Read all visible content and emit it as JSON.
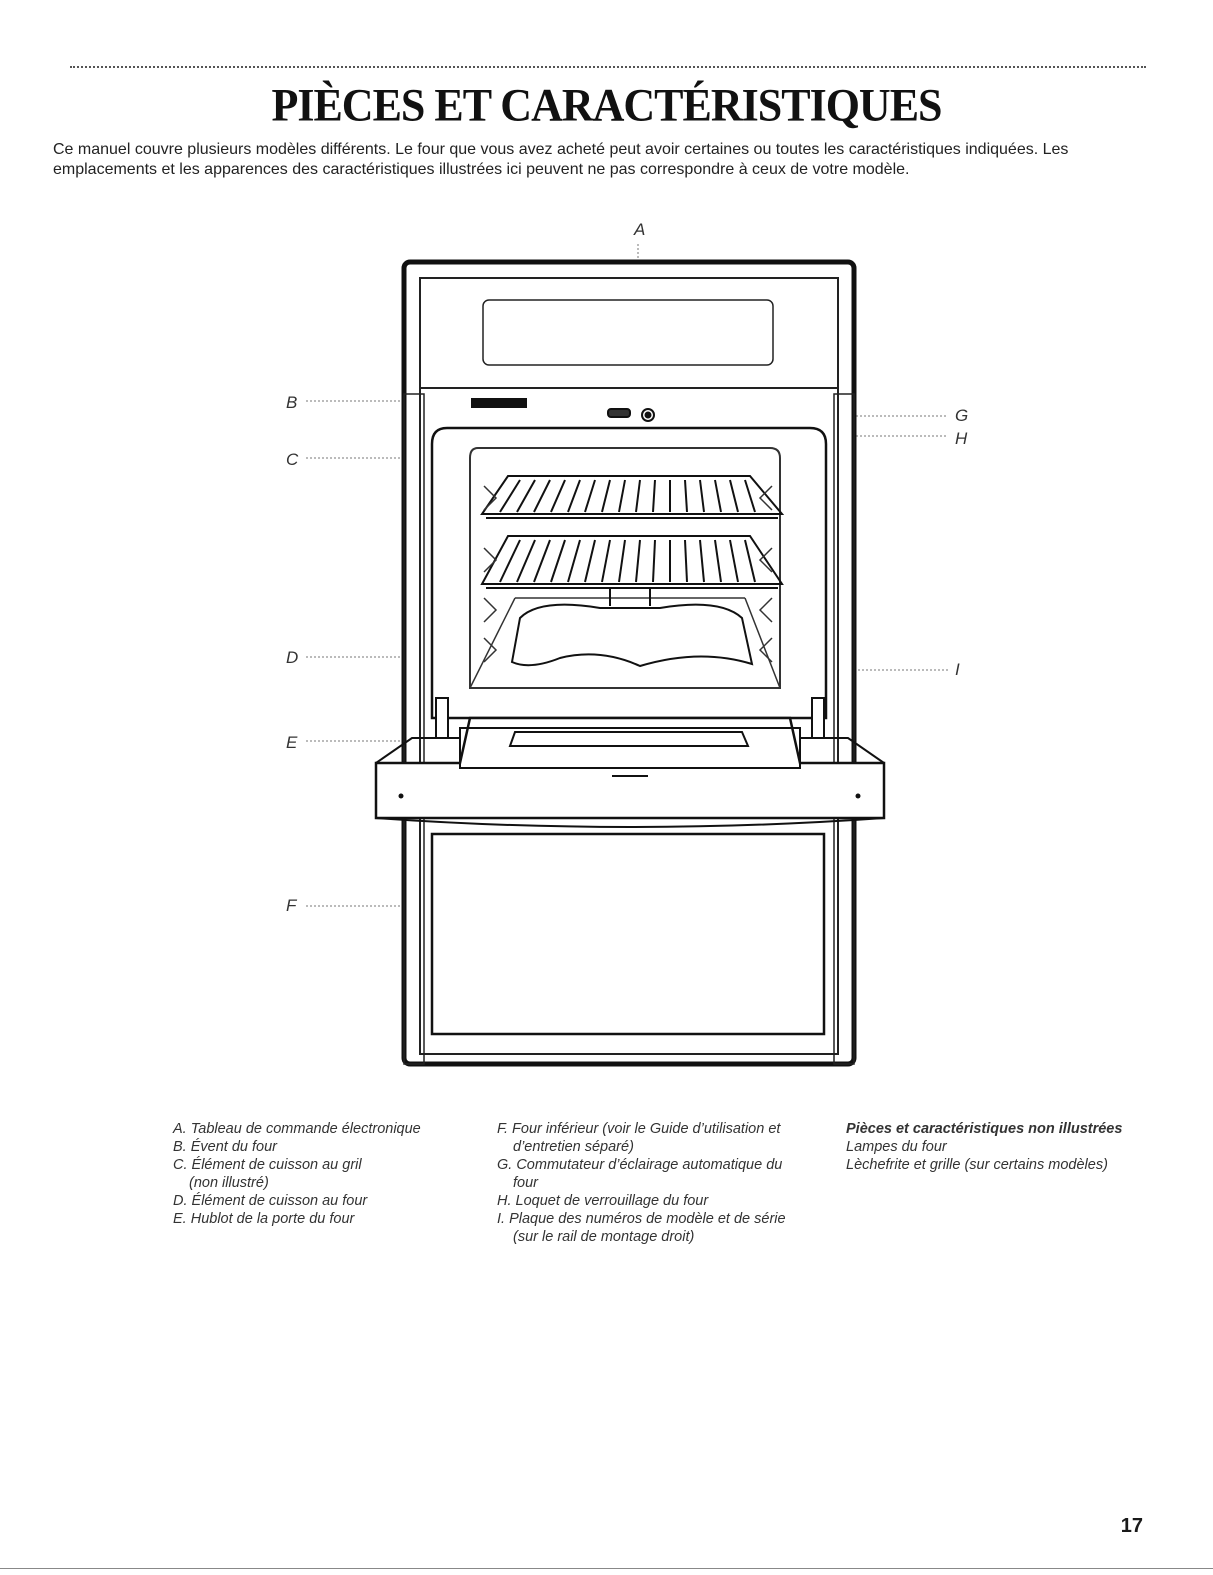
{
  "page": {
    "title": "PIÈCES ET CARACTÉRISTIQUES",
    "intro": "Ce manuel couvre plusieurs modèles différents. Le four que vous avez acheté peut avoir certaines ou toutes les caractéristiques indiquées. Les emplacements et les apparences des caractéristiques illustrées ici peuvent ne pas correspondre à ceux de votre modèle.",
    "page_number": "17"
  },
  "callouts": [
    "A",
    "B",
    "C",
    "D",
    "E",
    "F",
    "G",
    "H",
    "I"
  ],
  "legend": {
    "col1": [
      {
        "line1": "A. Tableau de commande électronique"
      },
      {
        "line1": "B. Évent du four"
      },
      {
        "line1": "C. Élément de cuisson au gril",
        "line2": "(non illustré)"
      },
      {
        "line1": "D. Élément de cuisson au four"
      },
      {
        "line1": "E. Hublot de la porte du four"
      }
    ],
    "col2": [
      {
        "line1": "F. Four inférieur (voir le Guide d’utilisation et",
        "line2": "d’entretien séparé)"
      },
      {
        "line1": "G. Commutateur d’éclairage automatique du",
        "line2": "four"
      },
      {
        "line1": "H. Loquet de verrouillage du four"
      },
      {
        "line1": "I. Plaque des numéros de modèle et de série",
        "line2": "(sur le rail de montage droit)"
      }
    ],
    "col3_heading": "Pièces et caractéristiques non illustrées",
    "col3": [
      "Lampes du four",
      "Lèchefrite et grille (sur certains modèles)"
    ]
  }
}
